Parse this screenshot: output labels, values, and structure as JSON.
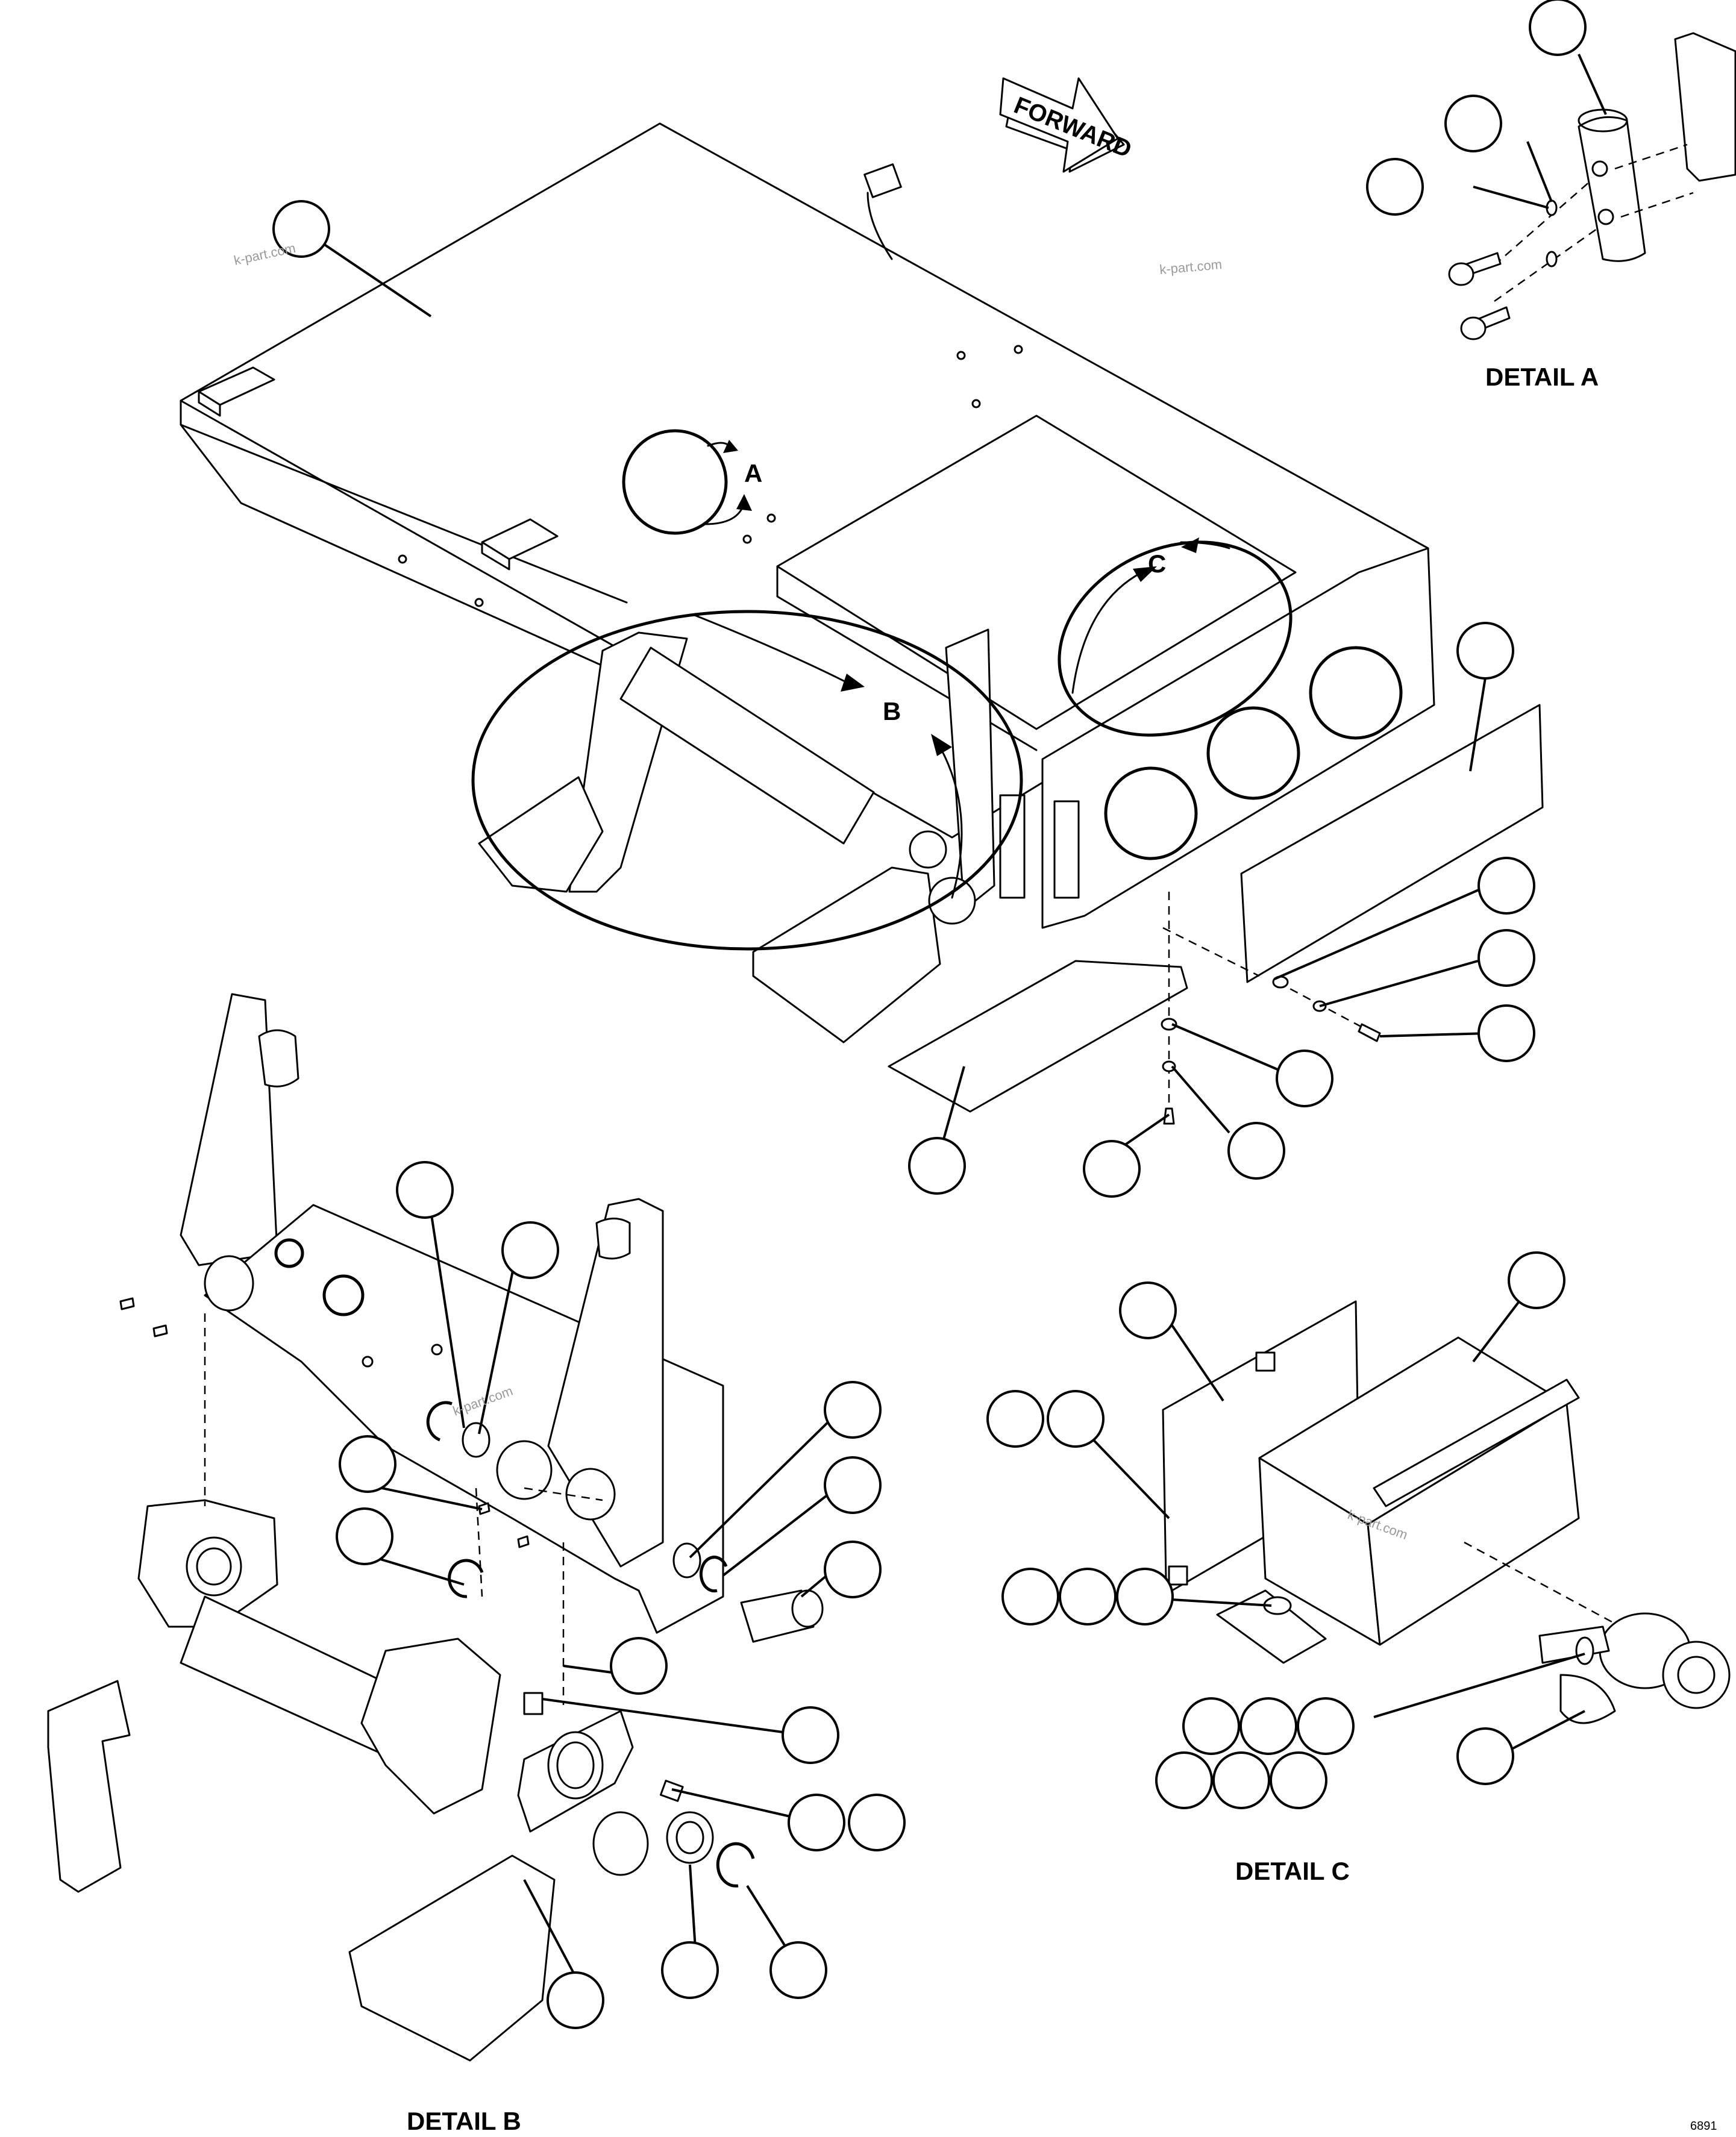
{
  "direction_label": "FORWARD",
  "callout_letters": [
    "A",
    "B",
    "C"
  ],
  "detail_labels": {
    "a": "DETAIL A",
    "b": "DETAIL B",
    "c": "DETAIL C"
  },
  "watermarks": [
    "k-part.com",
    "k-part.com",
    "k-part.com",
    "k-part.com"
  ],
  "figure_code": "6891",
  "balloons": {
    "count": 46
  }
}
